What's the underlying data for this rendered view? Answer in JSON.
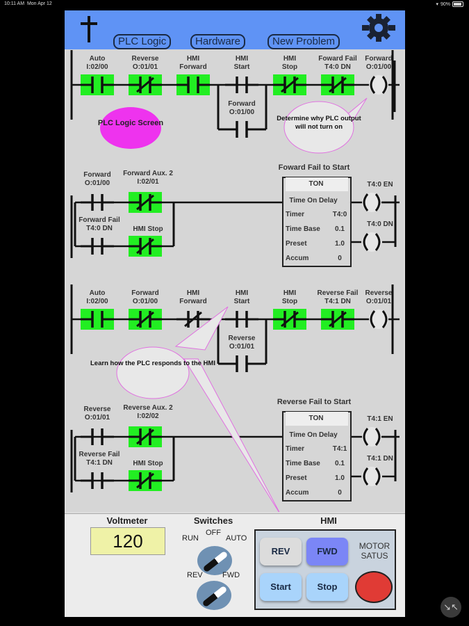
{
  "status_bar": {
    "time": "10:11 AM",
    "date": "Mon Apr 12",
    "battery": "90%"
  },
  "header": {
    "tabs": [
      {
        "label": "PLC Logic"
      },
      {
        "label": "Hardware"
      },
      {
        "label": "New Problem"
      }
    ],
    "icons": {
      "left": "cross-icon",
      "right": "gear-icon"
    }
  },
  "colors": {
    "header": "#5f93f5",
    "contact_active": "#22ee22",
    "ladder_bg": "#d6d6d6",
    "callout_border": "#e070e0",
    "plc_logic_bubble": "#ee33ee",
    "motor_status": "#e03b35",
    "fwd_button": "#7b86f6",
    "start_stop_button": "#a9d4fb",
    "rev_button": "#dcdcdc",
    "voltmeter_bg": "#eff2a7"
  },
  "rungs": [
    {
      "contacts": [
        {
          "name": "Auto",
          "address": "I:02/00",
          "type": "NO",
          "active": true
        },
        {
          "name": "Reverse",
          "address": "O:01/01",
          "type": "NC",
          "active": true
        },
        {
          "name": "HMI",
          "address": "Forward",
          "type": "NO",
          "active": true
        },
        {
          "name": "HMI",
          "address": "Start",
          "type": "NO",
          "active": false
        },
        {
          "name": "HMI",
          "address": "Stop",
          "type": "NC",
          "active": true
        },
        {
          "name": "Foward Fail",
          "address": "T4:0 DN",
          "type": "NC",
          "active": true
        }
      ],
      "branch": {
        "name": "Forward",
        "address": "O:01/00",
        "type": "NO",
        "active": false
      },
      "coil": {
        "name": "Forward",
        "address": "O:01/00"
      }
    },
    {
      "title": "Foward Fail to Start",
      "contacts": [
        {
          "name": "Forward",
          "address": "O:01/00",
          "type": "NO",
          "active": false
        },
        {
          "name": "Forward Aux. 2",
          "address": "I:02/01",
          "type": "NC",
          "active": true
        },
        {
          "name": "Forward Fail",
          "address": "T4:0 DN",
          "type": "NO",
          "active": false
        },
        {
          "name": "HMI Stop",
          "address": "",
          "type": "NC",
          "active": true
        }
      ],
      "timer": {
        "header": "TON",
        "type_label": "Time On Delay",
        "rows": [
          {
            "label": "Timer",
            "value": "T4:0"
          },
          {
            "label": "Time Base",
            "value": "0.1"
          },
          {
            "label": "Preset",
            "value": "1.0"
          },
          {
            "label": "Accum",
            "value": "0"
          }
        ]
      },
      "coils": [
        {
          "label": "T4:0 EN"
        },
        {
          "label": "T4:0 DN"
        }
      ]
    },
    {
      "contacts": [
        {
          "name": "Auto",
          "address": "I:02/00",
          "type": "NO",
          "active": true
        },
        {
          "name": "Forward",
          "address": "O:01/00",
          "type": "NC",
          "active": true
        },
        {
          "name": "HMI",
          "address": "Forward",
          "type": "NC",
          "active": false
        },
        {
          "name": "HMI",
          "address": "Start",
          "type": "NO",
          "active": false
        },
        {
          "name": "HMI",
          "address": "Stop",
          "type": "NC",
          "active": true
        },
        {
          "name": "Reverse Fail",
          "address": "T4:1 DN",
          "type": "NC",
          "active": true
        }
      ],
      "branch": {
        "name": "Reverse",
        "address": "O:01/01",
        "type": "NO",
        "active": false
      },
      "coil": {
        "name": "Reverse",
        "address": "O:01/01"
      }
    },
    {
      "title": "Reverse Fail to Start",
      "contacts": [
        {
          "name": "Reverse",
          "address": "O:01/01",
          "type": "NO",
          "active": false
        },
        {
          "name": "Reverse Aux. 2",
          "address": "I:02/02",
          "type": "NC",
          "active": true
        },
        {
          "name": "Reverse Fail",
          "address": "T4:1 DN",
          "type": "NO",
          "active": false
        },
        {
          "name": "HMI Stop",
          "address": "",
          "type": "NC",
          "active": true
        }
      ],
      "timer": {
        "header": "TON",
        "type_label": "Time On Delay",
        "rows": [
          {
            "label": "Timer",
            "value": "T4:1"
          },
          {
            "label": "Time Base",
            "value": "0.1"
          },
          {
            "label": "Preset",
            "value": "1.0"
          },
          {
            "label": "Accum",
            "value": "0"
          }
        ]
      },
      "coils": [
        {
          "label": "T4:1 EN"
        },
        {
          "label": "T4:1 DN"
        }
      ]
    }
  ],
  "callouts": {
    "plc_logic": "PLC Logic Screen",
    "determine": "Determine why PLC output will not turn on",
    "learn": "Learn how the PLC responds to the HMI"
  },
  "bottom": {
    "voltmeter": {
      "title": "Voltmeter",
      "value": "120"
    },
    "switches": {
      "title": "Switches",
      "mode": {
        "labels": [
          "RUN",
          "OFF",
          "AUTO"
        ],
        "selected": "AUTO"
      },
      "direction": {
        "labels": [
          "REV",
          "FWD"
        ],
        "selected": "FWD"
      }
    },
    "hmi": {
      "title": "HMI",
      "buttons": {
        "rev": "REV",
        "fwd": "FWD",
        "start": "Start",
        "stop": "Stop"
      },
      "motor_label": "MOTOR SATUS"
    }
  }
}
